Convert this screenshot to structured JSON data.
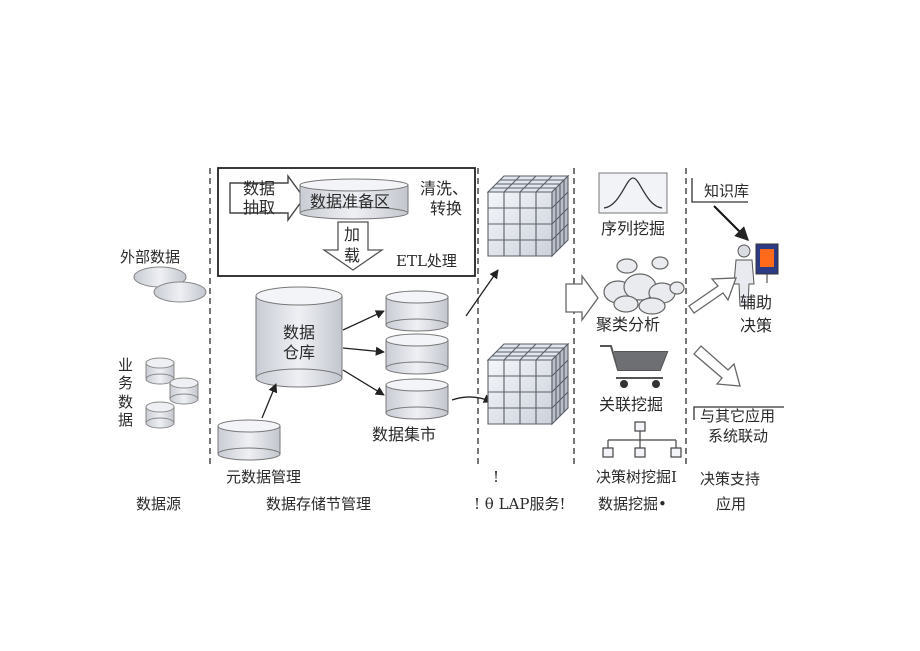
{
  "source": {
    "external_data": "外部数据",
    "business_data": [
      "业",
      "务",
      "数",
      "据"
    ],
    "caption": "数据源"
  },
  "storage": {
    "extract": [
      "数据",
      "抽取"
    ],
    "staging": "数据准备区",
    "clean": [
      "清洗、",
      "转换"
    ],
    "load": [
      "加",
      "载"
    ],
    "etl": "ETL处理",
    "warehouse": [
      "数据",
      "仓库"
    ],
    "datamart": "数据集市",
    "metadata": "元数据管理",
    "caption": "数据存储节管理"
  },
  "olap": {
    "mark": "!",
    "caption": "! θ LAP服务!"
  },
  "mining": {
    "sequence": "序列挖掘",
    "cluster": "聚类分析",
    "association": "关联挖掘",
    "decision_tree": "决策树挖掘I",
    "caption": "数据挖掘•"
  },
  "decision": {
    "knowledge_base": "知识库",
    "aid": [
      "辅助",
      "决策"
    ],
    "link": [
      "与其它应用",
      "系统联动"
    ],
    "caption": [
      "决策支持",
      "应用"
    ]
  }
}
